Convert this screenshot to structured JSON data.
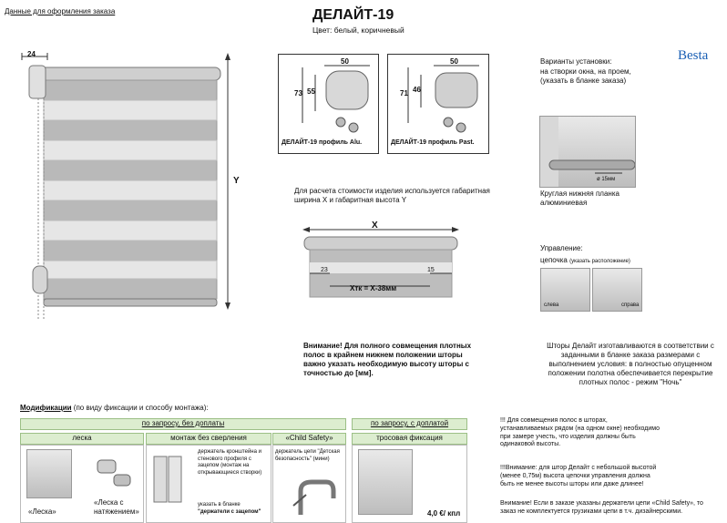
{
  "header": {
    "order_data_link": "Данные для оформления заказа",
    "title": "ДЕЛАЙТ-19",
    "color_line": "Цвет: белый, коричневый",
    "brand": "Bеsta"
  },
  "main_drawing": {
    "dim_24": "24",
    "dim_y": "Y"
  },
  "profiles": [
    {
      "caption": "ДЕЛАЙТ-19 профиль Alu.",
      "width": "50",
      "height_outer": "73",
      "height_inner": "55"
    },
    {
      "caption": "ДЕЛАЙТ-19 профиль Past.",
      "width": "50",
      "height_outer": "71",
      "height_inner": "46"
    }
  ],
  "install": {
    "title": "Варианты установки:",
    "text": "на створки окна, на проем, (указать в бланке заказа)"
  },
  "bottom_rail": {
    "dia": "ø 15мм",
    "caption": "Круглая нижняя планка алюминиевая"
  },
  "calc_note": "Для расчета стоимости изделия используется габаритная ширина X и габаритная высота Y",
  "width_drawing": {
    "x": "X",
    "left_offset": "23",
    "right_offset": "15",
    "xtk": "Хтк = Х-38мм"
  },
  "control": {
    "title": "Управление:",
    "chain": "цепочка",
    "chain_note": "(указать расположение)",
    "left": "слева",
    "right": "справа"
  },
  "attention_left": "Внимание! Для полного совмещения плотных полос в крайнем нижнем положении шторы важно указать необходимую высоту шторы с точностью до [мм].",
  "attention_right": "Шторы Делайт изготавливаются в соответствии с заданными в бланке заказа размерами с выполнением условия: в полностью опущенном положении полотна обеспечивается перекрытие плотных полос - режим \"Ночь\"",
  "mods": {
    "title": "Модификации",
    "title_rest": " (по виду фиксации и способу монтажа):",
    "free_request": "по запросу, без доплаты",
    "paid_request": "по запросу, с доплатой",
    "columns": [
      "леска",
      "монтаж без сверления",
      "«Child Safety»",
      "тросовая фиксация"
    ],
    "leska": "«Леска»",
    "leska_tension": "«Леска с натяжением»",
    "holder_text": "держатель кронштейна и стенового профиля с зацепом (монтаж на открывающиеся створки)",
    "holder_note": "указать в бланке",
    "holder_note_name": "\"держатели с зацепом\"",
    "child_text": "держатель цепи \"Детская безопасность\" (мини)",
    "price": "4,0 €/ кпл"
  },
  "notes": [
    "!!! Для совмещения полос в шторах, устанавливаемых рядом (на одном окне) необходимо при замере учесть, что изделия должны быть одинаковой высоты.",
    "!!!Внимание: для штор Делайт с небольшой высотой (менее 0,75м) высота цепочки управления должна быть не менее высоты шторы или даже длинее!",
    "Внимание! Если в заказе указаны держатели цепи «Child Safety», то заказ не комплектуется грузиками цепи в т.ч. дизайнерскими."
  ]
}
